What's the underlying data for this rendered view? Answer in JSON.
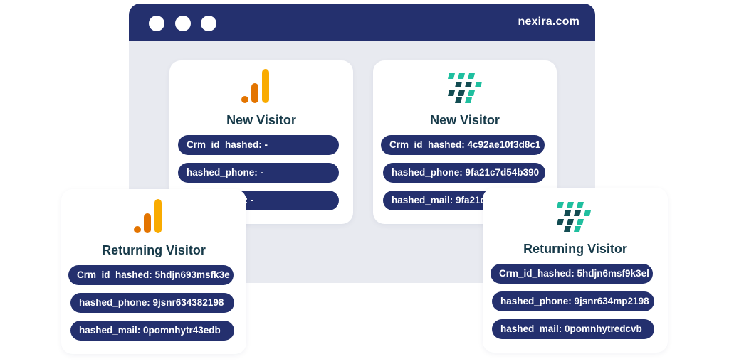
{
  "browser": {
    "url": "nexira.com"
  },
  "colors": {
    "navy": "#24306e",
    "title_teal": "#173a49",
    "ga_orange": "#e37400",
    "ga_yellow": "#f9ab00",
    "teal_light": "#1fbf9f",
    "teal_dark": "#124c52"
  },
  "cards": [
    {
      "id": "ga-new",
      "logo": "google-analytics-icon",
      "title": "New Visitor",
      "fields": [
        "Crm_id_hashed: -",
        "hashed_phone: -",
        "hashed_mail: -"
      ]
    },
    {
      "id": "nexira-new",
      "logo": "nexira-logo-icon",
      "title": "New Visitor",
      "fields": [
        "Crm_id_hashed: 4c92ae10f3d8c1",
        "hashed_phone: 9fa21c7d54b390",
        "hashed_mail: 9fa21c7d54be10"
      ]
    },
    {
      "id": "ga-returning",
      "logo": "google-analytics-icon",
      "title": "Returning Visitor",
      "fields": [
        "Crm_id_hashed: 5hdjn693msfk3e",
        "hashed_phone: 9jsnr634382198",
        "hashed_mail: 0pomnhytr43edb"
      ]
    },
    {
      "id": "nexira-returning",
      "logo": "nexira-logo-icon",
      "title": "Returning Visitor",
      "fields": [
        "Crm_id_hashed: 5hdjn6msf9k3el",
        "hashed_phone: 9jsnr634mp2198",
        "hashed_mail: 0pomnhytredcvb"
      ]
    }
  ]
}
